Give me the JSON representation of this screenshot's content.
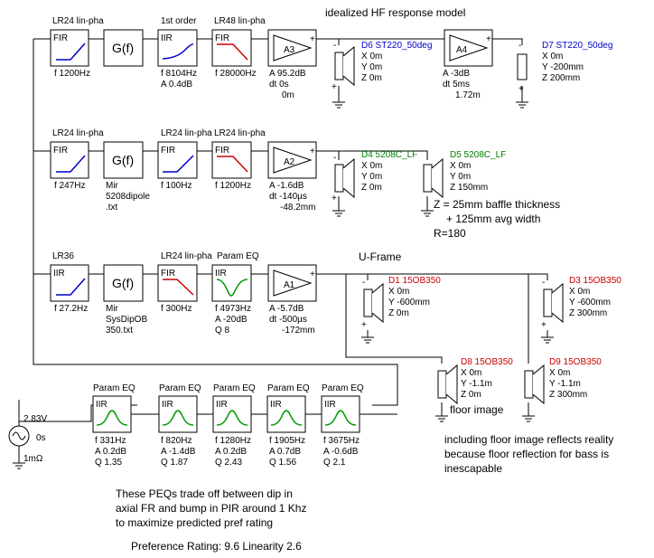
{
  "title_hf": "idealized HF response model",
  "row1": {
    "b1": {
      "header": "LR24 lin-pha",
      "type": "FIR",
      "p1": "f   1200Hz"
    },
    "b2": {
      "label": "G(f)"
    },
    "b3": {
      "header": "1st order",
      "type": "IIR",
      "p1": "f   8104Hz",
      "p2": "A   0.4dB"
    },
    "b4": {
      "header": "LR48 lin-pha",
      "type": "FIR",
      "p1": "f   28000Hz"
    },
    "amp": {
      "label": "A3",
      "p1": "A   95.2dB",
      "p2": "dt  0s",
      "p3": "0m"
    },
    "d6": {
      "name": "D6 ST220_50deg",
      "x": "X 0m",
      "y": "Y 0m",
      "z": "Z 0m"
    },
    "amp2": {
      "label": "A4",
      "p1": "A   -3dB",
      "p2": "dt  5ms",
      "p3": "1.72m"
    },
    "d7": {
      "name": "D7 ST220_50deg",
      "x": "X 0m",
      "y": "Y -200mm",
      "z": "Z 200mm"
    }
  },
  "row2": {
    "b1": {
      "header": "LR24 lin-pha",
      "type": "FIR",
      "p1": "f   247Hz"
    },
    "b2": {
      "label": "G(f)",
      "p1": "Mir",
      "p2": "5208dipole",
      "p3": ".txt"
    },
    "b3": {
      "header": "LR24 lin-pha",
      "type": "FIR",
      "p1": "f   100Hz"
    },
    "b4": {
      "header": "LR24 lin-pha",
      "type": "FIR",
      "p1": "f   1200Hz"
    },
    "amp": {
      "label": "A2",
      "p1": "A   -1.6dB",
      "p2": "dt  -140µs",
      "p3": "-48.2mm"
    },
    "d4": {
      "name": "D4 5208C_LF",
      "x": "X 0m",
      "y": "Y 0m",
      "z": "Z 0m"
    },
    "d5": {
      "name": "D5 5208C_LF",
      "x": "X 0m",
      "y": "Y 0m",
      "z": "Z 150mm"
    },
    "note1": "Z = 25mm baffle thickness",
    "note2": "+ 125mm avg width",
    "note3": "R=180"
  },
  "row3": {
    "b1": {
      "header": "LR36",
      "type": "IIR",
      "p1": "f   27.2Hz"
    },
    "b2": {
      "label": "G(f)",
      "p1": "Mir",
      "p2": "SysDipOB",
      "p3": "350.txt"
    },
    "b3": {
      "header": "LR24 lin-pha",
      "type": "FIR",
      "p1": "f   300Hz"
    },
    "b4": {
      "header": "Param EQ",
      "type": "IIR",
      "p1": "f   4973Hz",
      "p2": "A   -20dB",
      "p3": "Q   8"
    },
    "amp": {
      "label": "A1",
      "p1": "A   -5.7dB",
      "p2": "dt  -500µs",
      "p3": "-172mm"
    },
    "uframe": "U-Frame",
    "d1": {
      "name": "D1 15OB350",
      "x": "X 0m",
      "y": "Y -600mm",
      "z": "Z 0m"
    },
    "d3": {
      "name": "D3 15OB350",
      "x": "X 0m",
      "y": "Y -600mm",
      "z": "Z 300mm"
    },
    "d8": {
      "name": "D8 15OB350",
      "x": "X 0m",
      "y": "Y -1.1m",
      "z": "Z 0m"
    },
    "d9": {
      "name": "D9 15OB350",
      "x": "X 0m",
      "y": "Y -1.1m",
      "z": "Z 300mm"
    },
    "floor": "floor image",
    "floor_note1": "including floor image reflects reality",
    "floor_note2": "because floor reflection for bass is",
    "floor_note3": "inescapable"
  },
  "source": {
    "v": "2.83V",
    "t": "0s",
    "r": "1mΩ"
  },
  "peq": [
    {
      "header": "Param EQ",
      "type": "IIR",
      "f": "f   331Hz",
      "a": "A   0.2dB",
      "q": "Q   1.35"
    },
    {
      "header": "Param EQ",
      "type": "IIR",
      "f": "f   820Hz",
      "a": "A   -1.4dB",
      "q": "Q   1.87"
    },
    {
      "header": "Param EQ",
      "type": "IIR",
      "f": "f   1280Hz",
      "a": "A   0.2dB",
      "q": "Q   2.43"
    },
    {
      "header": "Param EQ",
      "type": "IIR",
      "f": "f   1905Hz",
      "a": "A   0.7dB",
      "q": "Q   1.56"
    },
    {
      "header": "Param EQ",
      "type": "IIR",
      "f": "f   3675Hz",
      "a": "A   -0.6dB",
      "q": "Q   2.1"
    }
  ],
  "note_peq1": "These PEQs  trade off between dip in",
  "note_peq2": "axial FR and bump in PIR around 1 Khz",
  "note_peq3": "to maximize predicted pref rating",
  "rating": "Preference Rating: 9.6     Linearity 2.6",
  "colors": {
    "blue_curve": "#0000cc",
    "red_curve": "#cc0000",
    "green_curve": "#009900",
    "d_blue": "#0000cc",
    "d_green": "#008000",
    "d_red": "#cc0000"
  }
}
